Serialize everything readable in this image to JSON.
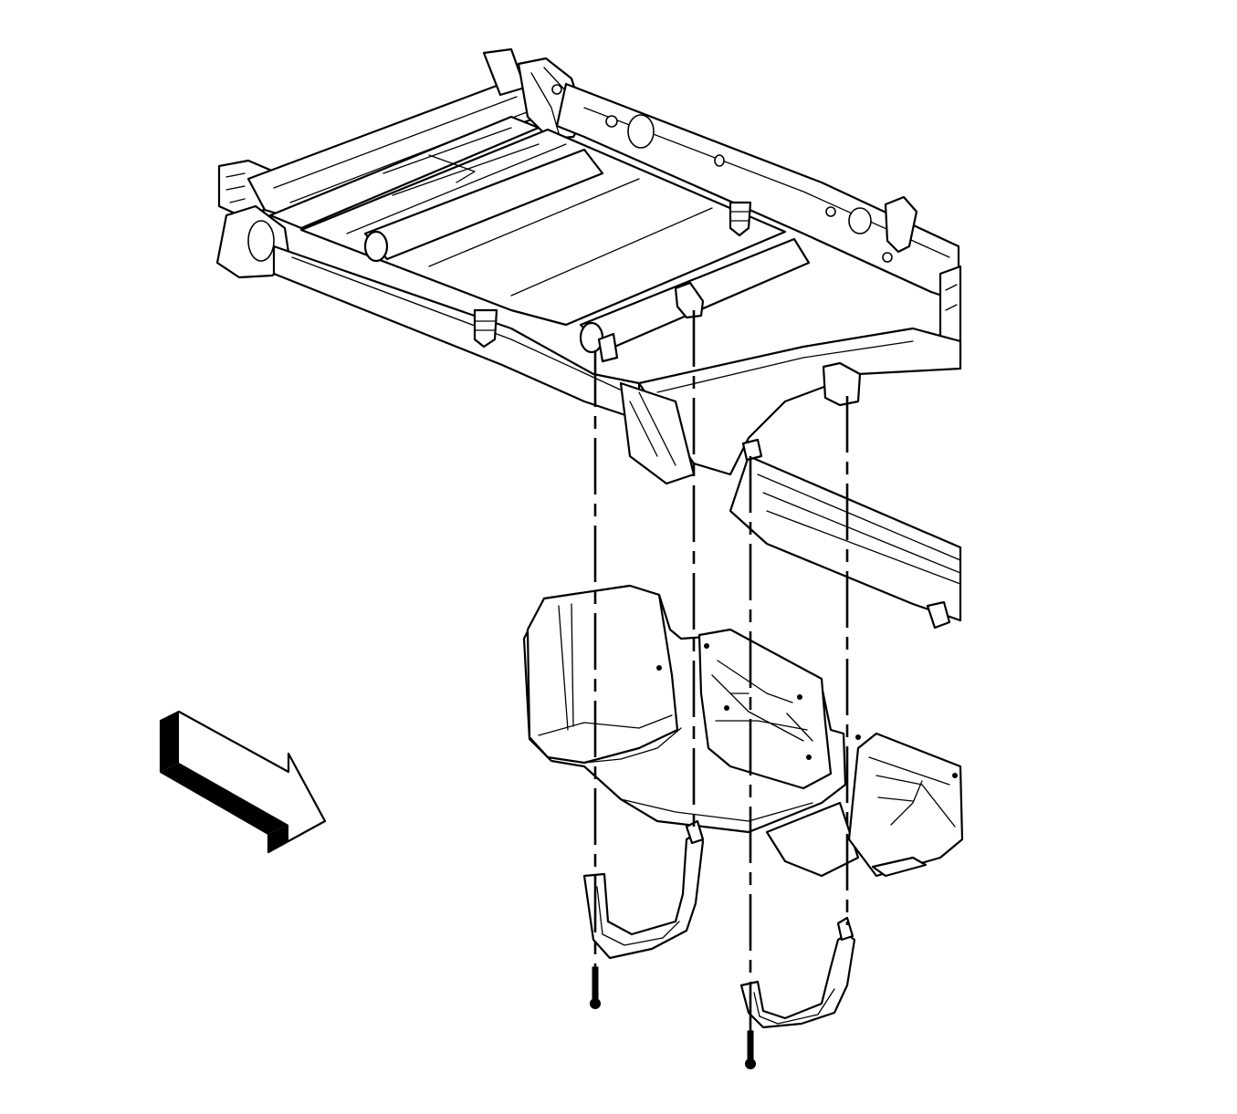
{
  "figure": {
    "background_color": "#ffffff",
    "line_color": "#000000",
    "components": [
      {
        "name": "vehicle-frame",
        "description_visible": false
      },
      {
        "name": "crossmember"
      },
      {
        "name": "fuel-tank"
      },
      {
        "name": "fuel-tank-shield"
      },
      {
        "name": "front-tank-strap"
      },
      {
        "name": "rear-tank-strap"
      },
      {
        "name": "strap-bolt"
      },
      {
        "name": "strap-bolt"
      }
    ],
    "arrow": {
      "icon": "front-direction-arrow-icon",
      "direction": "down-right"
    }
  }
}
